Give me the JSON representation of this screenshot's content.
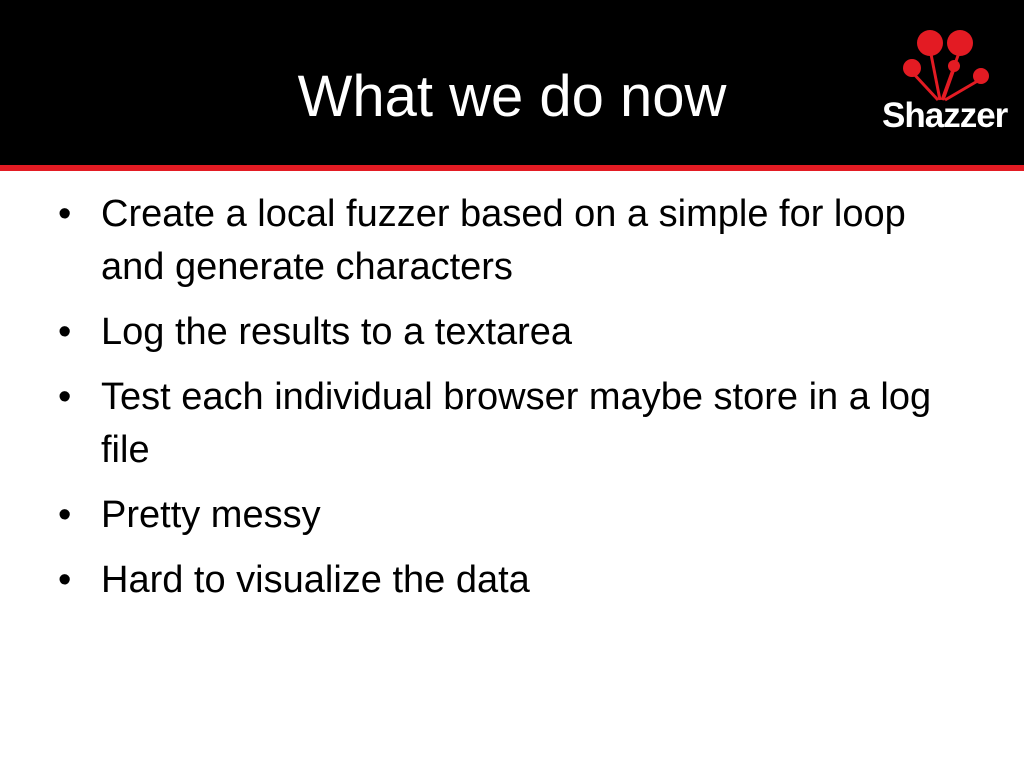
{
  "slide": {
    "title": "What we do now",
    "bullet_char": "•",
    "bullets": [
      {
        "text": "Create a local fuzzer based on a simple for loop and generate characters"
      },
      {
        "text": "Log the results to a textarea"
      },
      {
        "text": "Test each individual browser maybe store in a log file"
      },
      {
        "text": "Pretty messy"
      },
      {
        "text": "Hard to visualize the data"
      }
    ]
  },
  "logo": {
    "text": "Shazzer",
    "icon": "balloons-logo-icon"
  },
  "colors": {
    "header_background": "#000000",
    "accent_rule": "#e31b23",
    "title_text": "#ffffff",
    "body_text": "#000000"
  }
}
